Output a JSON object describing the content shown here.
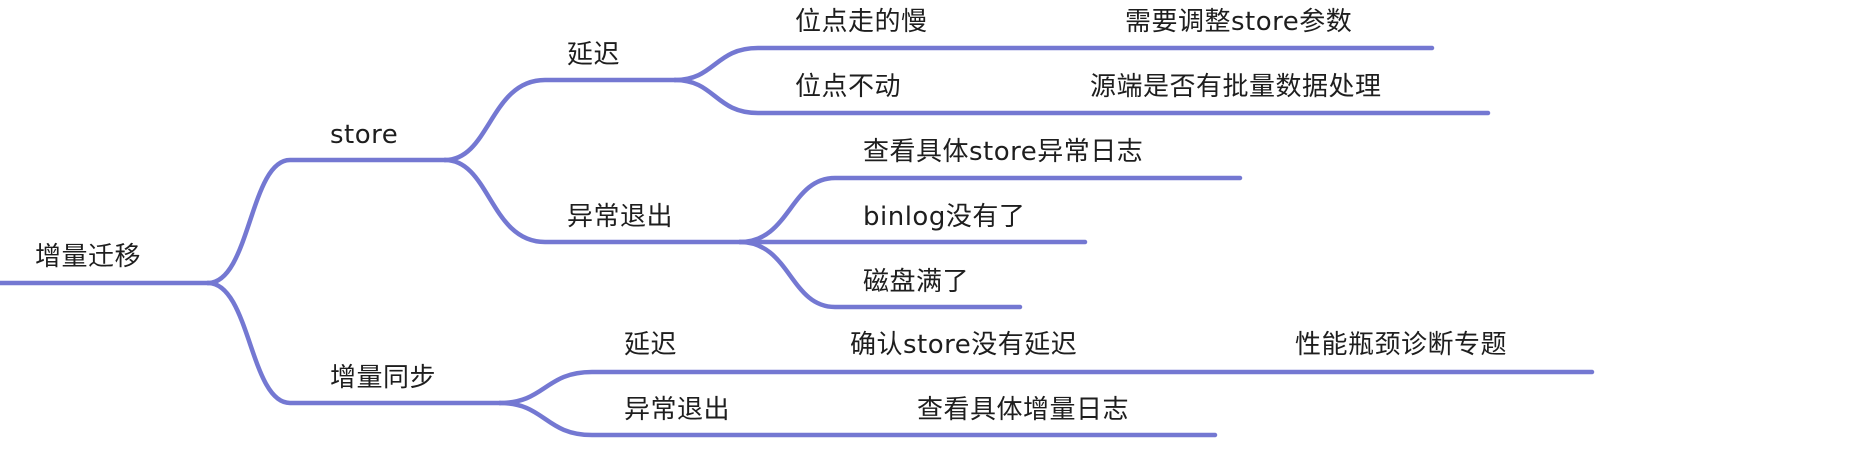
{
  "mindmap": {
    "root": "增量迁移",
    "store": {
      "label": "store",
      "delay": {
        "label": "延迟",
        "slow": {
          "label": "位点走的慢",
          "action": "需要调整store参数"
        },
        "stuck": {
          "label": "位点不动",
          "action": "源端是否有批量数据处理"
        }
      },
      "abnormal_exit": {
        "label": "异常退出",
        "items": [
          "查看具体store异常日志",
          "binlog没有了",
          "磁盘满了"
        ]
      }
    },
    "incremental_sync": {
      "label": "增量同步",
      "delay": {
        "label": "延迟",
        "check": "确认store没有延迟",
        "action": "性能瓶颈诊断专题"
      },
      "abnormal_exit": {
        "label": "异常退出",
        "action": "查看具体增量日志"
      }
    }
  },
  "colors": {
    "branch": "#7478d2",
    "text": "#1e1e1e",
    "background": "#ffffff"
  }
}
